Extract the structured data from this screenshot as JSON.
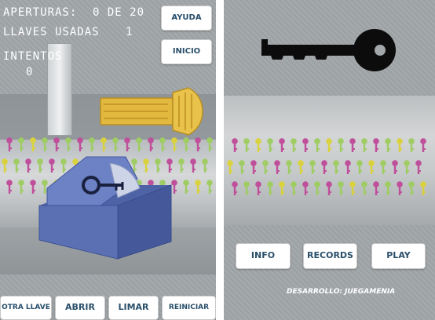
{
  "left_panel": {
    "hud": {
      "aperturas_label": "Aperturas:",
      "aperturas_value": "0 de 20",
      "llaves_label": "Llaves usadas",
      "llaves_value": "1",
      "intentos_label": "Intentos",
      "intentos_value": "0"
    },
    "buttons": {
      "ayuda": "Ayuda",
      "inicio": "Inicio",
      "otra_llave": "Otra llave",
      "abrir": "Abrir",
      "limar": "Limar",
      "reiniciar": "Reiniciar"
    }
  },
  "right_panel": {
    "buttons": {
      "info": "Info",
      "records": "Records",
      "play": "Play"
    },
    "credit": "Desarrollo: Juegamenia"
  },
  "colors": {
    "pin_pink": "#c04f9b",
    "pin_green": "#9fcc63",
    "pin_yellow": "#d9d23e",
    "lock_blue": "#5d72b6",
    "brass": "#e2b93e",
    "button_text": "#2a4f6b"
  },
  "icons": {
    "title_key": "key-silhouette-icon",
    "lock_key": "keyhole-key-icon"
  }
}
